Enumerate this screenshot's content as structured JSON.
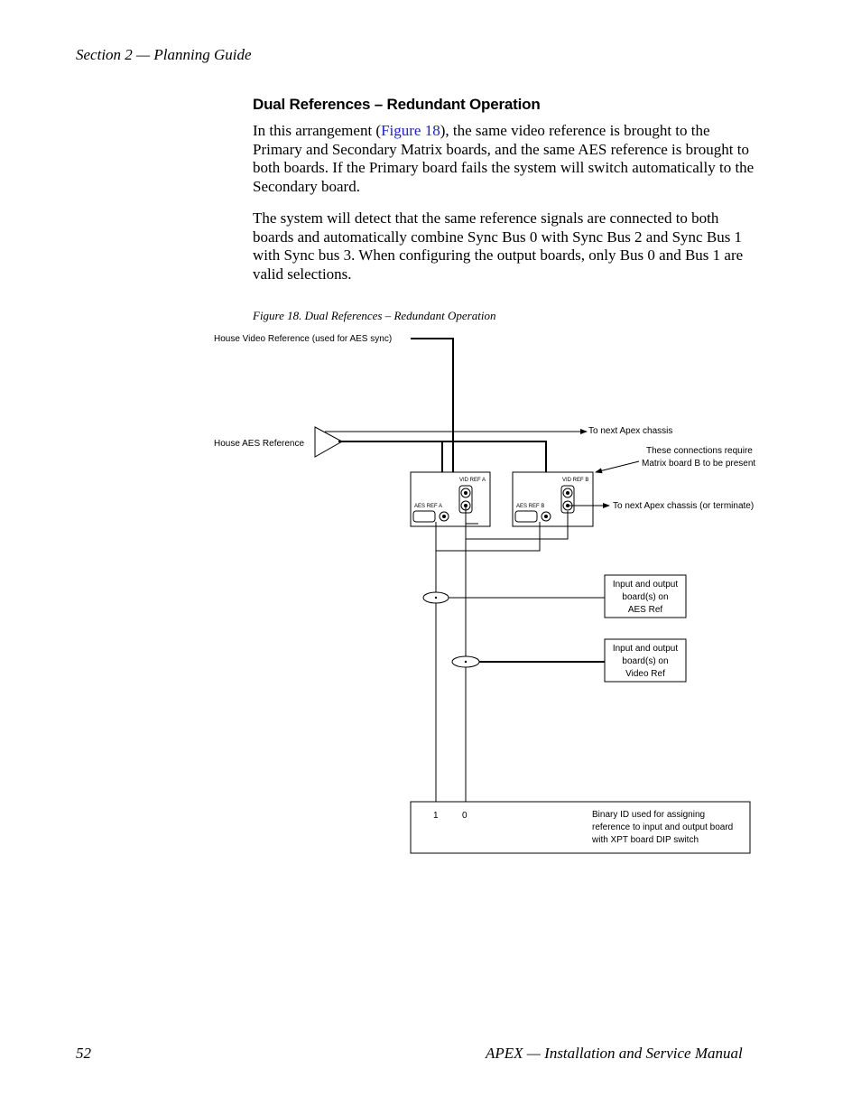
{
  "header": {
    "section": "Section 2 — Planning Guide"
  },
  "section_title": "Dual References – Redundant Operation",
  "paragraph1": {
    "before_link": "In this arrangement (",
    "link_text": "Figure 18",
    "after_link": "), the same video reference is brought to the Primary and Secondary Matrix boards, and the same AES reference is brought to both boards. If the Primary board fails the system will switch automatically to the Secondary board."
  },
  "paragraph2": "The system will detect that the same reference signals are connected to both boards and automatically combine Sync Bus 0 with Sync Bus 2 and Sync Bus 1 with Sync bus 3. When configuring the output boards, only Bus 0 and Bus 1 are valid selections.",
  "figure_caption": "Figure 18.  Dual References – Redundant Operation",
  "diagram": {
    "house_video_ref": "House Video Reference (used for AES sync)",
    "house_aes_ref": "House AES Reference",
    "next_apex": "To next Apex chassis",
    "connections_note_line1": "These connections require",
    "connections_note_line2": "Matrix board B to be present",
    "next_apex_terminate": "To next Apex chassis (or terminate)",
    "vid_ref_a": "VID REF A",
    "aes_ref_a": "AES REF A",
    "vid_ref_b": "VID REF B",
    "aes_ref_b": "AES REF B",
    "aes_box_line1": "Input and output",
    "aes_box_line2": "board(s) on",
    "aes_box_line3": "AES Ref",
    "video_box_line1": "Input and output",
    "video_box_line2": "board(s) on",
    "video_box_line3": "Video Ref",
    "bit_1": "1",
    "bit_0": "0",
    "binary_line1": "Binary ID used for assigning",
    "binary_line2": "reference to input and output board",
    "binary_line3": "with  XPT board DIP switch"
  },
  "footer": {
    "page_number": "52",
    "manual_title": "APEX  — Installation and Service Manual"
  }
}
